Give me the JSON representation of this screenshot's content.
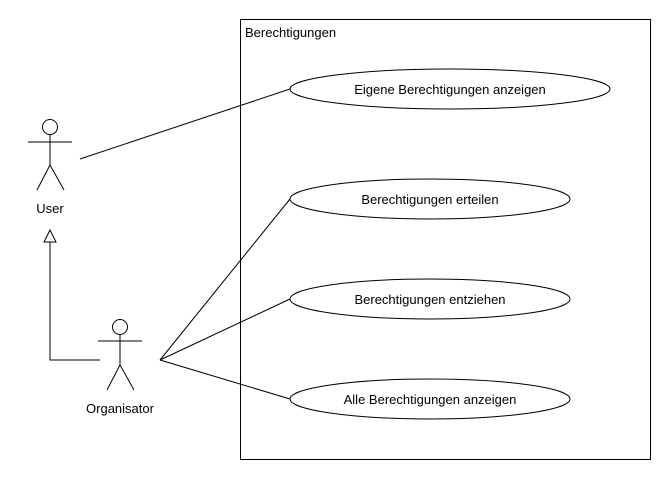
{
  "system_boundary": {
    "title": "Berechtigungen"
  },
  "actors": {
    "user": {
      "label": "User"
    },
    "organisator": {
      "label": "Organisator"
    }
  },
  "use_cases": {
    "eigene_anzeigen": {
      "label": "Eigene Berechtigungen anzeigen"
    },
    "erteilen": {
      "label": "Berechtigungen erteilen"
    },
    "entziehen": {
      "label": "Berechtigungen entziehen"
    },
    "alle_anzeigen": {
      "label": "Alle Berechtigungen anzeigen"
    }
  },
  "colors": {
    "stroke": "#000000",
    "fill": "#ffffff",
    "text": "#000000"
  }
}
